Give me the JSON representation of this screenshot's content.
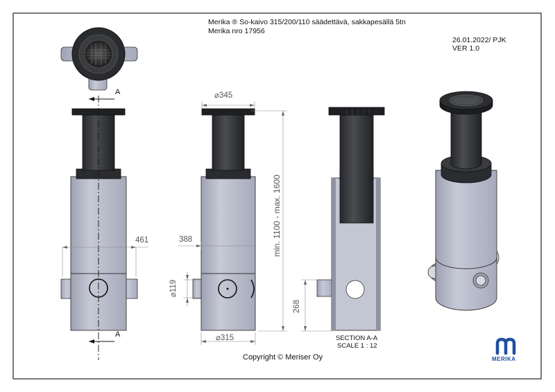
{
  "title": {
    "line1": "Merika ® So-kaivo 315/200/110 säädettävä, sakkapesällä 5tn",
    "line2": "Merika nro  17956"
  },
  "revision": {
    "date_author": "26.01.2022/ PJK",
    "version": "VER 1.0"
  },
  "dimensions": {
    "width_461": "461",
    "width_388": "388",
    "dia_345": "⌀345",
    "dia_315": "⌀315",
    "dia_119": "⌀119",
    "height_range": "min. 1100 - max. 1600",
    "height_268": "268"
  },
  "section": {
    "marker_top": "A",
    "marker_bottom": "A",
    "label": "SECTION A-A",
    "scale": "SCALE 1 : 12"
  },
  "copyright": "Copyright © Meriser Oy",
  "logo": {
    "text": "MERIKA",
    "color": "#1f4fa0"
  },
  "colors": {
    "body": "#b9bccb",
    "body_dark": "#9a9dae",
    "pipe": "#2d2f33",
    "line": "#222222",
    "dim": "#777777"
  }
}
